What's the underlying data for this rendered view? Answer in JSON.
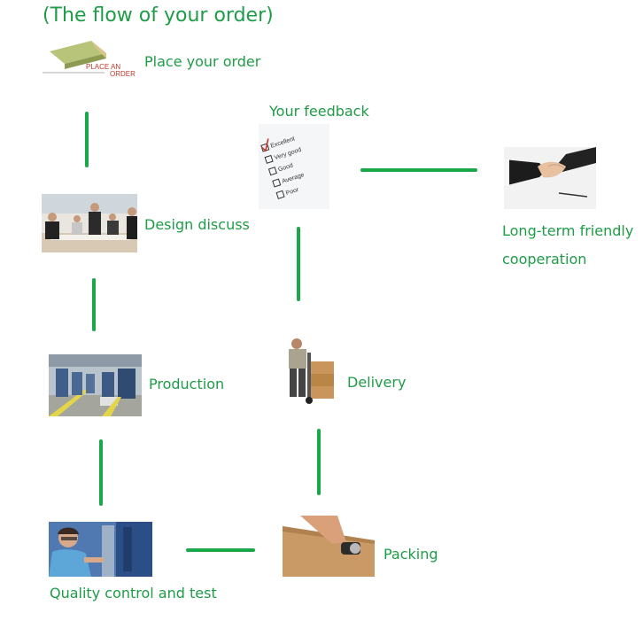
{
  "title": "(The flow of your order)",
  "steps": {
    "place_order": {
      "label": "Place your order",
      "image_text_1": "PLACE AN",
      "image_text_2": "ORDER"
    },
    "feedback": {
      "label": "Your feedback",
      "options": [
        "Excellent",
        "Very good",
        "Good",
        "Average",
        "Poor"
      ]
    },
    "cooperation": {
      "label_line1": "Long-term friendly",
      "label_line2": "cooperation"
    },
    "design": {
      "label": "Design discuss"
    },
    "production": {
      "label": "Production"
    },
    "delivery": {
      "label": "Delivery"
    },
    "quality": {
      "label": "Quality control and test"
    },
    "packing": {
      "label": "Packing"
    }
  },
  "colors": {
    "text": "#1e9c47",
    "connector": "#1aa84b",
    "background": "#ffffff"
  }
}
